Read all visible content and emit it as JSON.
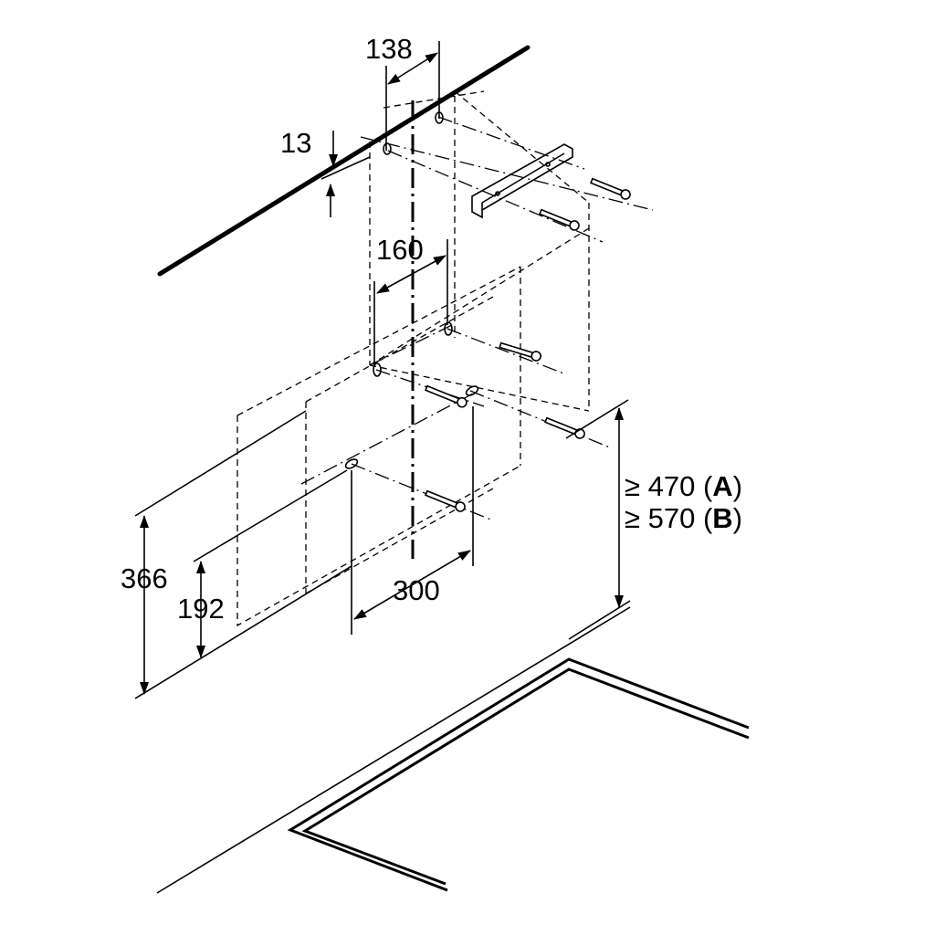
{
  "dimensions": {
    "d138": "138",
    "d13": "13",
    "d160": "160",
    "d366": "366",
    "d192": "192",
    "d300": "300",
    "clearance": {
      "prefix_a": "≥ 470 (",
      "label_a": "A",
      "suffix_a": ")",
      "prefix_b": "≥ 570 (",
      "label_b": "B",
      "suffix_b": ")"
    }
  },
  "colors": {
    "line": "#000000",
    "background": "#ffffff"
  }
}
